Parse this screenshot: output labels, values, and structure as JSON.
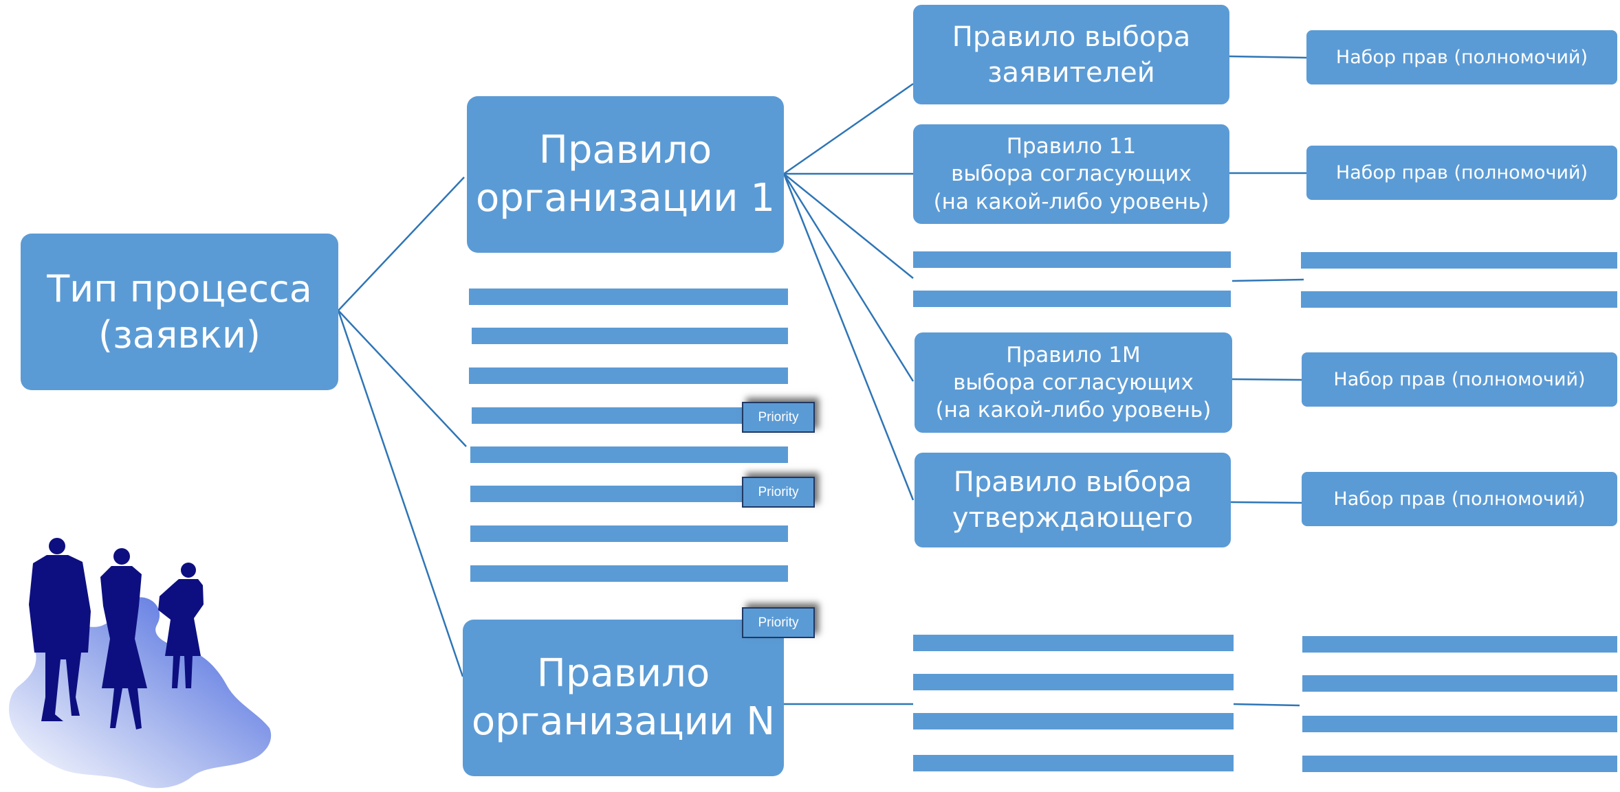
{
  "colors": {
    "node": "#5b9bd5",
    "line": "#2e75b6",
    "figure": "#0d0f80",
    "puzzle": "#4a69d6"
  },
  "diagram": {
    "root": "Тип процесса\n(заявки)",
    "org_rule_1": "Правило\nорганизации 1",
    "org_rule_n": "Правило\nорганизации N",
    "rule_applicants": "Правило выбора\nзаявителей",
    "rule_11": "Правило 11\nвыбора согласующих\n(на какой-либо уровень)",
    "rule_1m": "Правило 1M\nвыбора согласующих\n(на какой-либо уровень)",
    "rule_approver": "Правило выбора\nутверждающего",
    "rights": [
      "Набор прав (полномочий)",
      "Набор прав (полномочий)",
      "Набор прав (полномочий)",
      "Набор прав (полномочий)"
    ],
    "priority_labels": [
      "Priority",
      "Priority",
      "Priority"
    ]
  },
  "clipart": {
    "icon": "business-people-puzzle-icon"
  }
}
